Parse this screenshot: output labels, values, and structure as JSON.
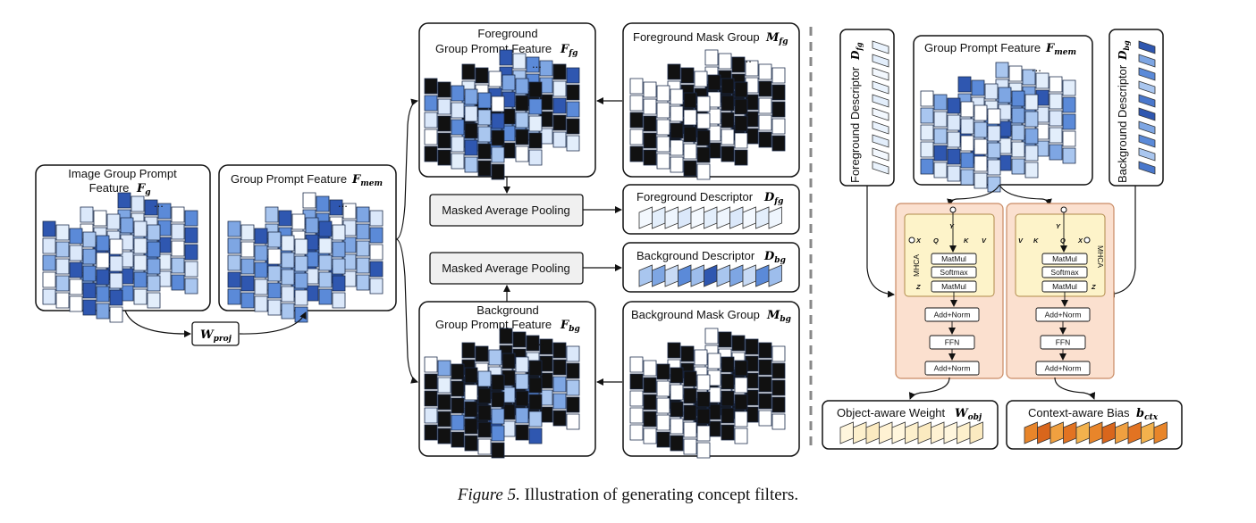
{
  "image_group": {
    "title_line1": "Image Group Prompt",
    "title_line2": "Feature",
    "symbol": "F",
    "sub": "g"
  },
  "mem_group": {
    "title": "Group Prompt Feature",
    "symbol": "F",
    "sub": "mem"
  },
  "proj": {
    "symbol": "W",
    "sub": "proj"
  },
  "fg_feature": {
    "line1": "Foreground",
    "line2": "Group Prompt Feature",
    "symbol": "F",
    "sub": "fg"
  },
  "bg_feature": {
    "line1": "Background",
    "line2": "Group Prompt Feature",
    "symbol": "F",
    "sub": "bg"
  },
  "fg_mask": {
    "title": "Foreground Mask Group",
    "symbol": "M",
    "sub": "fg"
  },
  "bg_mask": {
    "title": "Background Mask Group",
    "symbol": "M",
    "sub": "bg"
  },
  "pool_fg": {
    "label": "Masked Average Pooling"
  },
  "pool_bg": {
    "label": "Masked Average Pooling"
  },
  "fg_desc": {
    "title": "Foreground Descriptor",
    "symbol": "D",
    "sub": "fg"
  },
  "bg_desc": {
    "title": "Background Descriptor",
    "symbol": "D",
    "sub": "bg"
  },
  "right": {
    "fg_desc_vert": "Foreground Descriptor",
    "bg_desc_vert": "Background Descriptor",
    "mem_title": "Group Prompt Feature",
    "d_symbol": "D",
    "fg_sub": "fg",
    "bg_sub": "bg",
    "f_symbol": "F",
    "mem_sub": "mem"
  },
  "block": {
    "mhca": "MHCA",
    "matmul": "MatMul",
    "softmax": "Softmax",
    "add_norm": "Add+Norm",
    "ffn": "FFN",
    "x": "X",
    "q": "Q",
    "k": "K",
    "v": "V",
    "y": "Y",
    "z": "Z"
  },
  "outputs": {
    "obj_title": "Object-aware Weight",
    "obj_symbol": "W",
    "obj_sub": "obj",
    "ctx_title": "Context-aware Bias",
    "ctx_symbol": "b",
    "ctx_sub": "ctx"
  },
  "ellipsis": "...",
  "caption": {
    "label": "Figure 5.",
    "text": "Illustration of generating concept filters."
  },
  "colors": {
    "blue_dark": "#2f57b0",
    "blue_mid": "#5b8ad8",
    "blue_light": "#a9c6ef",
    "blue_pale": "#e3eefb",
    "block_bg": "#fbe0cf",
    "block_border": "#c98a63",
    "inner_bg": "#fdf3c9",
    "obj_fill": "#fdf0cc",
    "ctx_fill": "#e8852a"
  }
}
